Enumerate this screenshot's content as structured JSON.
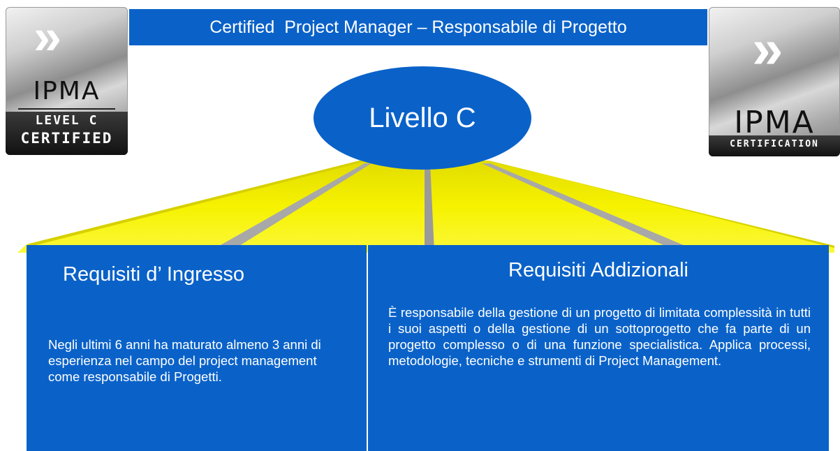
{
  "banner": {
    "title": "Certified  Project Manager – Responsabile di Progetto"
  },
  "level": {
    "label": "Livello C"
  },
  "badge_left": {
    "logo": "IPMA",
    "line1": "LEVEL C",
    "line2": "CERTIFIED",
    "icon": "double-chevron-right-icon"
  },
  "badge_right": {
    "logo": "IPMA",
    "line1": "CERTIFICATION",
    "icon": "double-chevron-right-icon"
  },
  "entry": {
    "title": "Requisiti d’ Ingresso",
    "body": "Negli ultimi 6 anni ha maturato almeno 3 anni di esperienza nel campo del project management come responsabile di Progetti."
  },
  "additional": {
    "title": "Requisiti Addizionali",
    "body": "È responsabile della gestione di un progetto di limitata complessità in tutti i suoi aspetti o della gestione di un sottoprogetto che fa parte di un progetto complesso o di una funzione specialistica. Applica processi, metodologie, tecniche e strumenti di Project Management."
  },
  "colors": {
    "primary_blue": "#0a62c9",
    "road_yellow": "#f4f000",
    "road_lines": "#a8a8a8"
  }
}
